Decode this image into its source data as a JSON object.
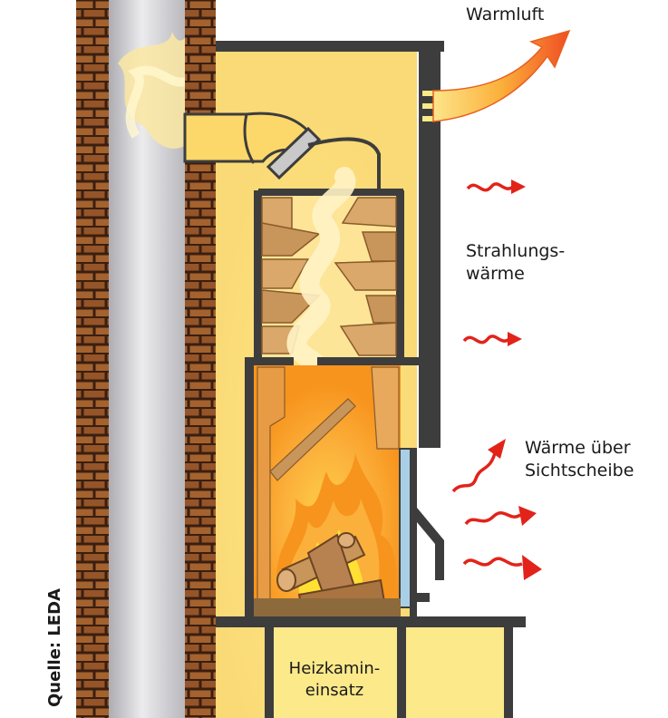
{
  "labels": {
    "warm_air": "Warmluft",
    "radiant_heat_line1": "Strahlungs-",
    "radiant_heat_line2": "wärme",
    "glass_heat_line1": "Wärme über",
    "glass_heat_line2": "Sichtscheibe",
    "insert_line1": "Heizkamin-",
    "insert_line2": "einsatz",
    "source": "Quelle: LEDA"
  },
  "colors": {
    "brick": "#9b5a2e",
    "mortar": "#3a1f10",
    "chimney_flue": "#d8d8dc",
    "casing_yellow": "#fbe98a",
    "warm_air": "#fcd86a",
    "steel": "#3d3d3d",
    "wood_baffle": "#d9a86a",
    "fire_orange": "#f7941d",
    "fire_yellow": "#ffe033",
    "heat_arrow_red": "#e2231a",
    "warm_air_arrow": "#f04e23",
    "glass": "#a9cfe6"
  }
}
